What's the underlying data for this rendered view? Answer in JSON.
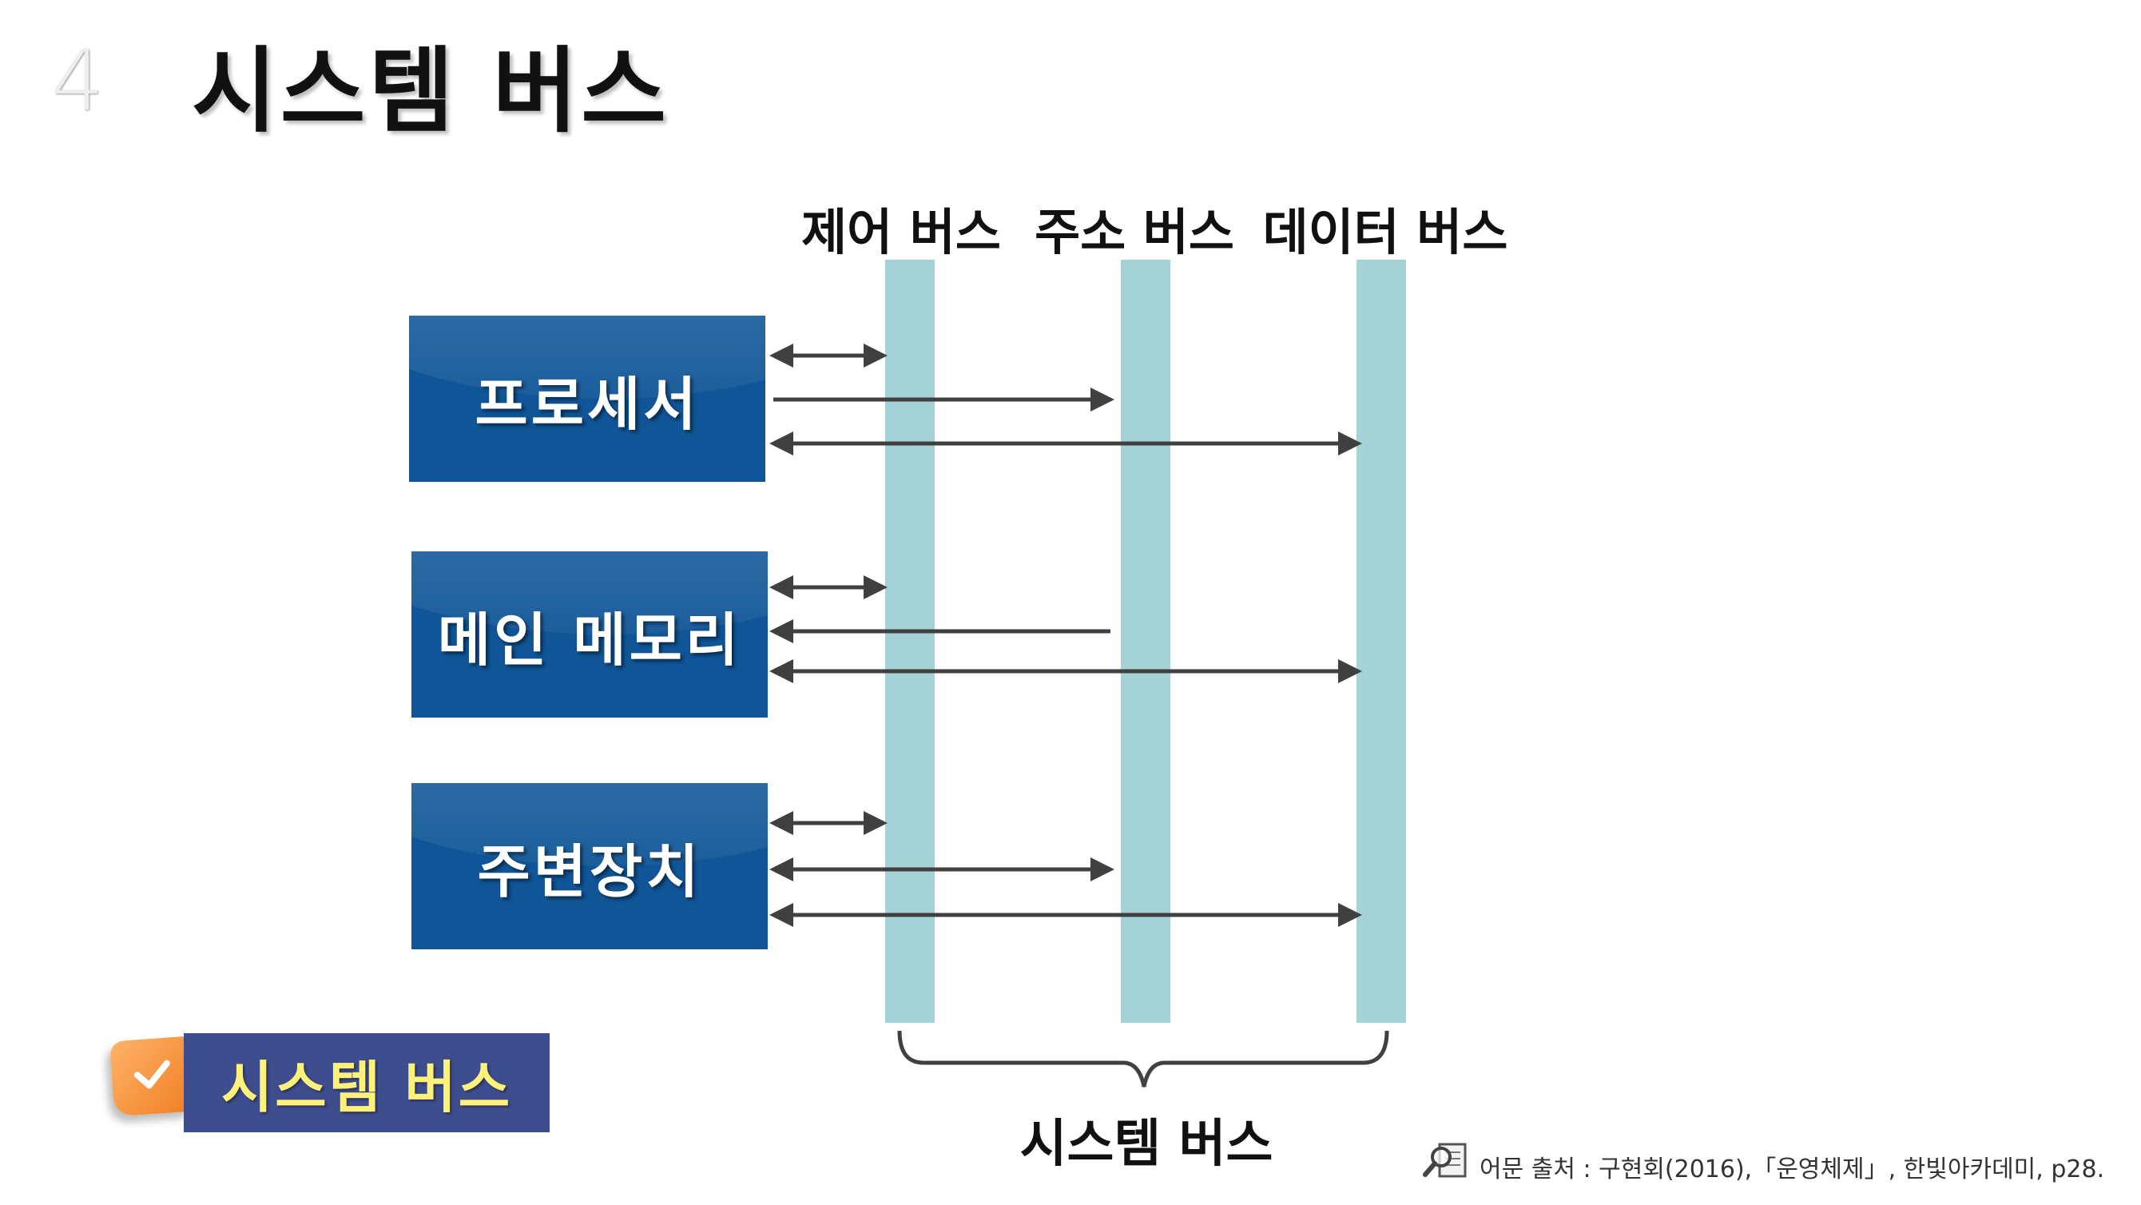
{
  "slide": {
    "number": "4",
    "title": "시스템 버스"
  },
  "buses": [
    {
      "id": "control",
      "label": "제어 버스"
    },
    {
      "id": "address",
      "label": "주소 버스"
    },
    {
      "id": "data",
      "label": "데이터 버스"
    }
  ],
  "components": [
    {
      "id": "processor",
      "label": "프로세서"
    },
    {
      "id": "memory",
      "label": "메인 메모리"
    },
    {
      "id": "io",
      "label": "주변장치"
    }
  ],
  "connections": [
    {
      "from": "processor",
      "bus": "control",
      "direction": "both"
    },
    {
      "from": "processor",
      "bus": "address",
      "direction": "to-bus"
    },
    {
      "from": "processor",
      "bus": "data",
      "direction": "both"
    },
    {
      "from": "memory",
      "bus": "control",
      "direction": "both"
    },
    {
      "from": "memory",
      "bus": "address",
      "direction": "to-component"
    },
    {
      "from": "memory",
      "bus": "data",
      "direction": "both"
    },
    {
      "from": "io",
      "bus": "control",
      "direction": "both"
    },
    {
      "from": "io",
      "bus": "address",
      "direction": "both"
    },
    {
      "from": "io",
      "bus": "data",
      "direction": "both"
    }
  ],
  "system_bus_label": "시스템 버스",
  "keyword_box": {
    "label": "시스템 버스",
    "icon": "checkmark-tab-icon"
  },
  "source": {
    "icon": "magnifier-document-icon",
    "text": "어문 출처 : 구현회(2016),「운영체제」, 한빛아카데미, p28."
  },
  "colors": {
    "component_box": "#0f5597",
    "bus_bar": "#a5d2d7",
    "arrow": "#404040",
    "keyword_box": "#3e4d8e",
    "keyword_text": "#fff27a",
    "tab_orange": "#f07e21"
  }
}
